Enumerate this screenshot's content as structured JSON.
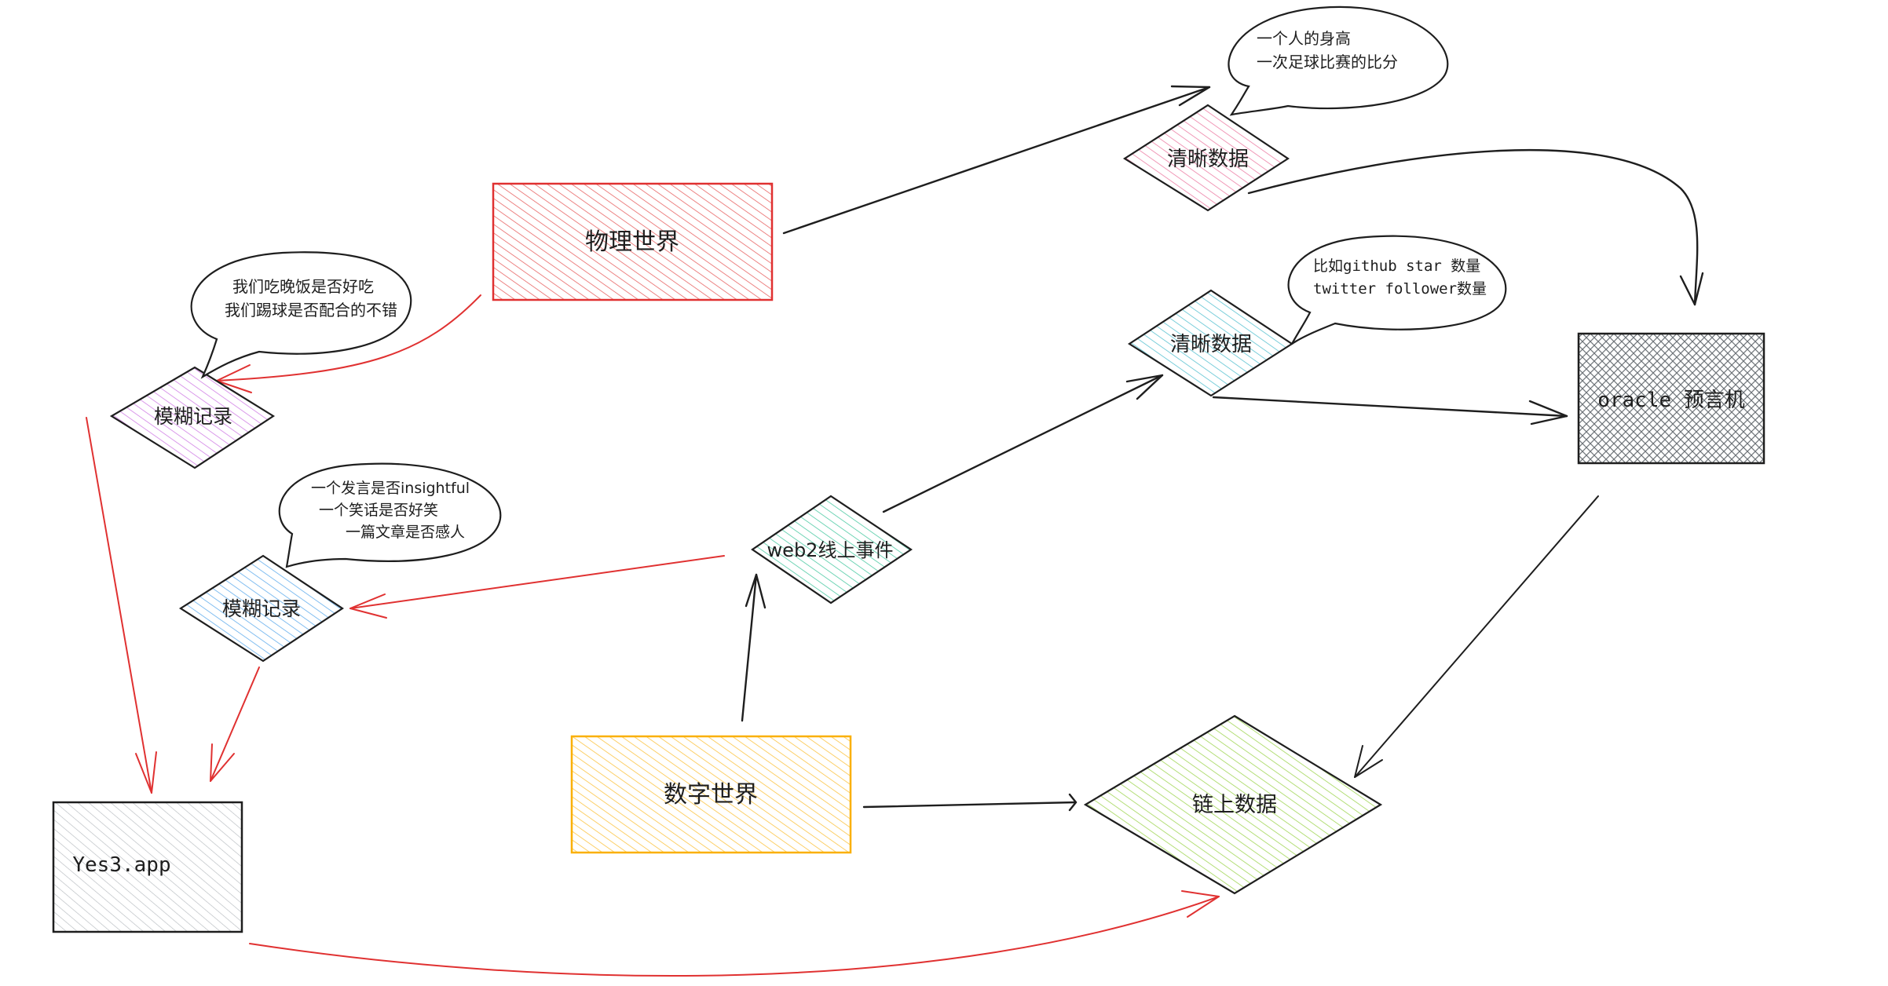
{
  "nodes": {
    "physical_world": {
      "label": "物理世界",
      "color": "#e03131"
    },
    "clear_data_top": {
      "label": "清晰数据",
      "color": "#e64980"
    },
    "clear_data_mid": {
      "label": "清晰数据",
      "color": "#15aabf"
    },
    "oracle": {
      "label": "oracle 预言机",
      "color": "#343a40"
    },
    "fuzzy_record_top": {
      "label": "模糊记录",
      "color": "#be4bdb"
    },
    "fuzzy_record_mid": {
      "label": "模糊记录",
      "color": "#228be6"
    },
    "web2_event": {
      "label": "web2线上事件",
      "color": "#12b886"
    },
    "digital_world": {
      "label": "数字世界",
      "color": "#fab005"
    },
    "onchain_data": {
      "label": "链上数据",
      "color": "#82c91e"
    },
    "yes3_app": {
      "label": "Yes3.app",
      "color": "#868e96"
    }
  },
  "callouts": {
    "height_score": {
      "lines": [
        "一个人的身高",
        "一次足球比赛的比分"
      ]
    },
    "github_twitter": {
      "lines": [
        "比如github star 数量",
        "twitter follower数量"
      ]
    },
    "dinner_football": {
      "lines": [
        "我们吃晚饭是否好吃",
        "我们踢球是否配合的不错"
      ]
    },
    "speech_joke_article": {
      "lines": [
        "一个发言是否insightful",
        "一个笑话是否好笑",
        "一篇文章是否感人"
      ]
    }
  },
  "colors": {
    "black_arrow": "#1e1e1e",
    "red_arrow": "#e03131"
  }
}
